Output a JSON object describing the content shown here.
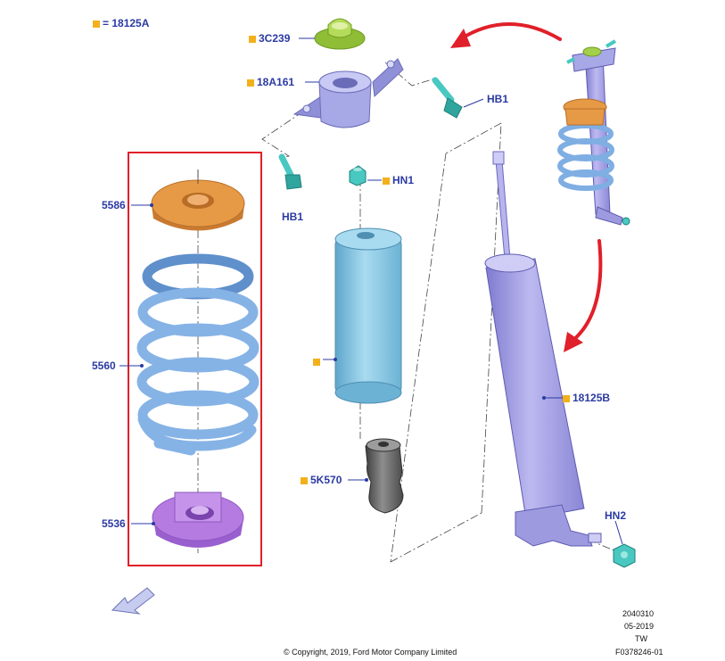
{
  "legend": {
    "equals": "=",
    "code": "18125A"
  },
  "callouts": {
    "c3C239": "3C239",
    "c18A161": "18A161",
    "hb1_right": "HB1",
    "hb1_left": "HB1",
    "hn1": "HN1",
    "c5586": "5586",
    "c5560": "5560",
    "c5536": "5536",
    "c5K570": "5K570",
    "c18125B": "18125B",
    "hn2": "HN2"
  },
  "footer": {
    "code1": "2040310",
    "date": "05-2019",
    "region": "TW",
    "figure_id": "F0378246-01",
    "copyright": "© Copyright, 2019, Ford Motor Company Limited"
  },
  "colors": {
    "callout_text": "#2b3aa3",
    "marker_square": "#f2b11c",
    "highlight_box": "#e0202a",
    "arrow_red": "#e0202a",
    "spring_blue": "#86b3e6",
    "upper_seat_orange": "#e69a45",
    "lower_seat_purple": "#b57be0",
    "boot_blue": "#86c3e0",
    "shock_lavender": "#a7a3e6",
    "mount_lavender": "#a7a8e6",
    "insulator_green": "#a4cf4a",
    "fastener_teal": "#48c8c0",
    "bumper_gray": "#6e6e6e"
  },
  "icons": {
    "direction": "front-direction-arrow-icon",
    "marker": "square-marker-icon"
  }
}
